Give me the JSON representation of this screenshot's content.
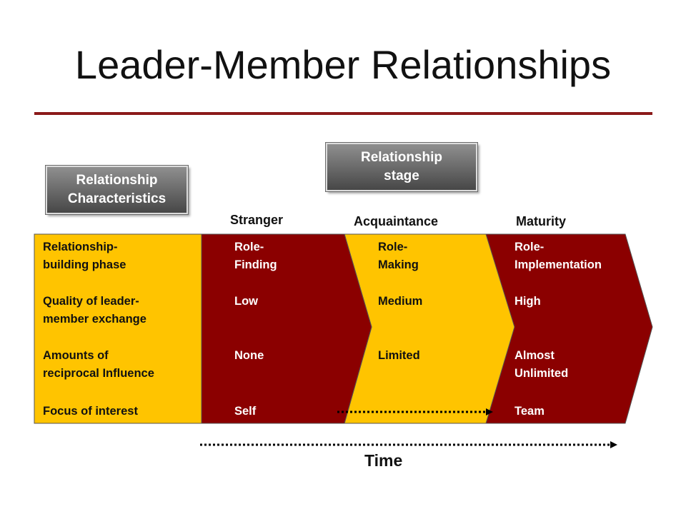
{
  "title": "Leader-Member Relationships",
  "characteristics_box": {
    "line1": "Relationship",
    "line2": "Characteristics"
  },
  "stage_box": {
    "line1": "Relationship",
    "line2": "stage"
  },
  "stages": [
    "Stranger",
    "Acquaintance",
    "Maturity"
  ],
  "rows": [
    {
      "label": [
        "Relationship-",
        "building phase"
      ],
      "stranger": [
        "Role-",
        "Finding"
      ],
      "acquaintance": [
        "Role-",
        "Making"
      ],
      "maturity": [
        "Role-",
        "Implementation"
      ]
    },
    {
      "label": [
        "Quality of leader-",
        "member exchange"
      ],
      "stranger": [
        "Low"
      ],
      "acquaintance": [
        "Medium"
      ],
      "maturity": [
        "High"
      ]
    },
    {
      "label": [
        "Amounts of",
        "reciprocal Influence"
      ],
      "stranger": [
        "None"
      ],
      "acquaintance": [
        "Limited"
      ],
      "maturity": [
        "Almost",
        "Unlimited"
      ]
    },
    {
      "label": [
        "Focus of interest"
      ],
      "stranger": [
        "Self"
      ],
      "acquaintance": [
        ""
      ],
      "maturity": [
        "Team"
      ]
    }
  ],
  "time_label": "Time",
  "colors": {
    "gold": "#ffc400",
    "maroon": "#8b0000",
    "rule": "#8b1a1a"
  }
}
